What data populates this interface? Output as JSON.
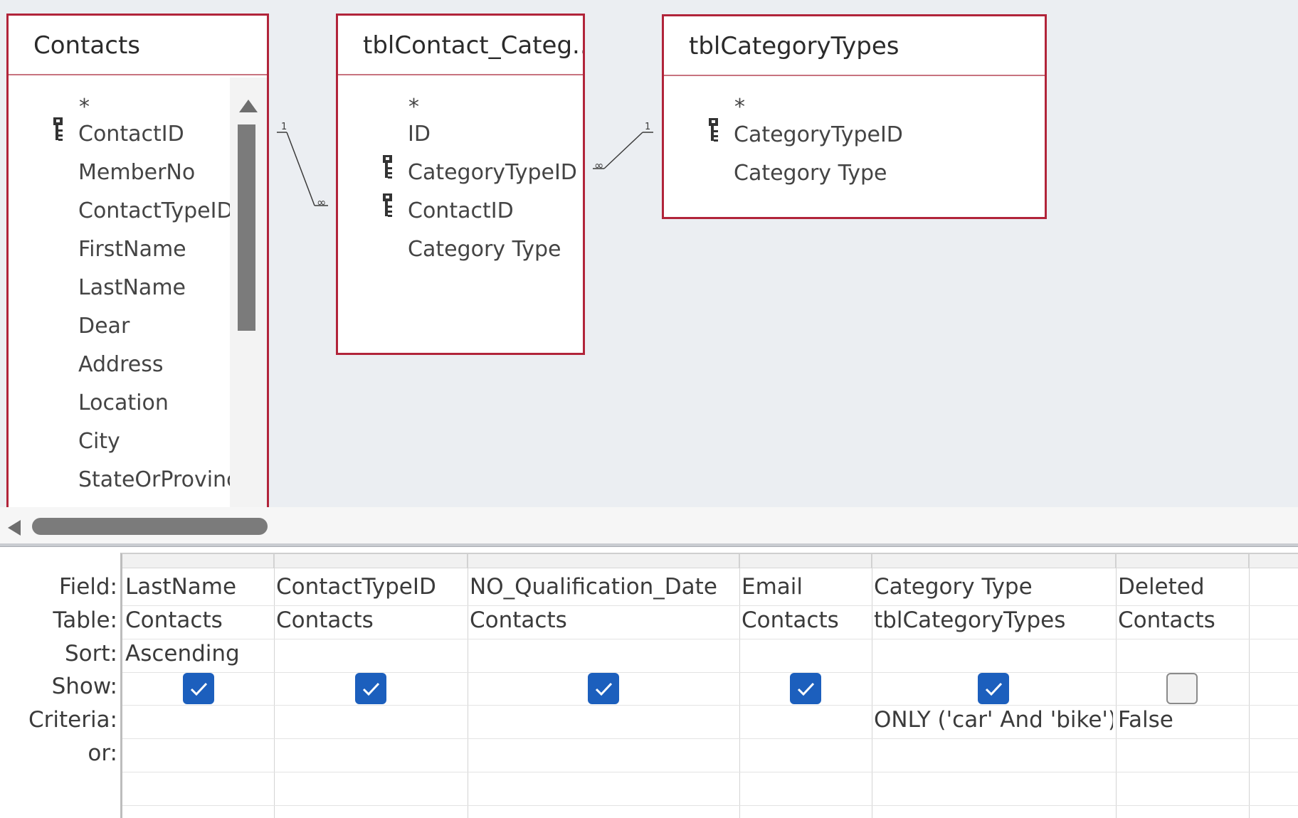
{
  "tables": [
    {
      "name": "Contacts",
      "fields": [
        "*",
        "ContactID",
        "MemberNo",
        "ContactTypeID",
        "FirstName",
        "LastName",
        "Dear",
        "Address",
        "Location",
        "City",
        "StateOrProvinc"
      ],
      "key_fields": [
        "ContactID"
      ]
    },
    {
      "name": "tblContact_Categ...",
      "fields": [
        "*",
        "ID",
        "CategoryTypeID",
        "ContactID",
        "Category Type"
      ],
      "key_fields": [
        "CategoryTypeID",
        "ContactID"
      ]
    },
    {
      "name": "tblCategoryTypes",
      "fields": [
        "*",
        "CategoryTypeID",
        "Category Type"
      ],
      "key_fields": [
        "CategoryTypeID"
      ]
    }
  ],
  "relationships": [
    {
      "from_table": "Contacts",
      "one_symbol": "1",
      "many_symbol": "∞",
      "to_table": "tblContact_Categ..."
    },
    {
      "from_table": "tblCategoryTypes",
      "one_symbol": "1",
      "many_symbol": "∞",
      "to_table": "tblContact_Categ..."
    }
  ],
  "qbe": {
    "row_labels": {
      "field": "Field:",
      "table": "Table:",
      "sort": "Sort:",
      "show": "Show:",
      "criteria": "Criteria:",
      "or": "or:"
    },
    "columns": [
      {
        "field": "LastName",
        "table": "Contacts",
        "sort": "Ascending",
        "show": true,
        "criteria": "",
        "or": ""
      },
      {
        "field": "ContactTypeID",
        "table": "Contacts",
        "sort": "",
        "show": true,
        "criteria": "",
        "or": ""
      },
      {
        "field": "NO_Qualification_Date",
        "table": "Contacts",
        "sort": "",
        "show": true,
        "criteria": "",
        "or": ""
      },
      {
        "field": "Email",
        "table": "Contacts",
        "sort": "",
        "show": true,
        "criteria": "",
        "or": ""
      },
      {
        "field": "Category Type",
        "table": "tblCategoryTypes",
        "sort": "",
        "show": true,
        "criteria": "ONLY ('car' And 'bike')",
        "or": ""
      },
      {
        "field": "Deleted",
        "table": "Contacts",
        "sort": "",
        "show": false,
        "criteria": "False",
        "or": ""
      }
    ]
  },
  "colors": {
    "table_border": "#b1243a",
    "pane_background": "#ebeef2",
    "checkbox_checked": "#1c5fbd"
  },
  "icons": {
    "primary_key": "key-icon",
    "scroll_up": "triangle-up-icon",
    "scroll_left": "triangle-left-icon",
    "checkmark": "checkmark-icon"
  }
}
